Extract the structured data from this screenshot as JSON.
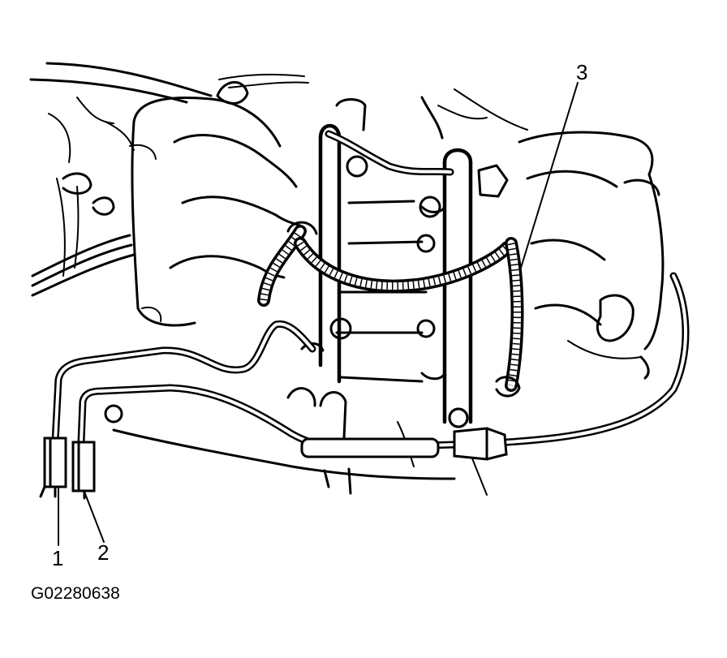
{
  "callouts": {
    "one": "1",
    "two": "2",
    "three": "3"
  },
  "figure_id": "G02280638",
  "colors": {
    "ink": "#000000",
    "paper": "#ffffff"
  }
}
